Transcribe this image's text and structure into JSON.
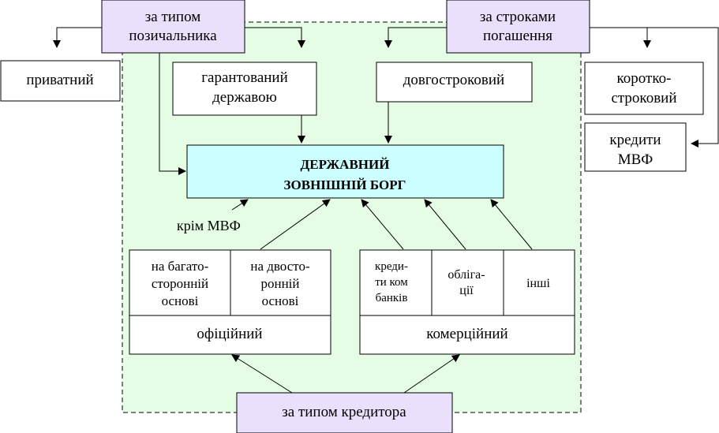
{
  "colors": {
    "lavender": "#eae0fb",
    "cyan": "#ccffff",
    "green_zone": "#e4fde4",
    "stroke": "#000000"
  },
  "boxes": {
    "borrower_type": [
      "за типом",
      "позичальника"
    ],
    "maturity_type": [
      "за строками",
      "погашення"
    ],
    "private": [
      "приватний"
    ],
    "guaranteed": [
      "гарантований",
      "державою"
    ],
    "long_term": [
      "довгостроковий"
    ],
    "short_term": [
      "коротко-",
      "строковий"
    ],
    "imf_credits": [
      "кредити",
      "МВФ"
    ],
    "central": [
      "ДЕРЖАВНИЙ",
      "ЗОВНІШНІЙ БОРГ"
    ],
    "multilateral": [
      "на багато-",
      "сторонній",
      "основі"
    ],
    "bilateral": [
      "на двосто-",
      "ронній",
      "основі"
    ],
    "official": [
      "офіційний"
    ],
    "commercial_bank_credits": [
      "креди-",
      "ти ком",
      "банків"
    ],
    "bonds": [
      "облігa-",
      "ції"
    ],
    "others": [
      "інші"
    ],
    "commercial": [
      "комерційний"
    ],
    "creditor_type": [
      "за типом кредитора"
    ]
  },
  "annotations": {
    "except_imf": "крім МВФ"
  }
}
